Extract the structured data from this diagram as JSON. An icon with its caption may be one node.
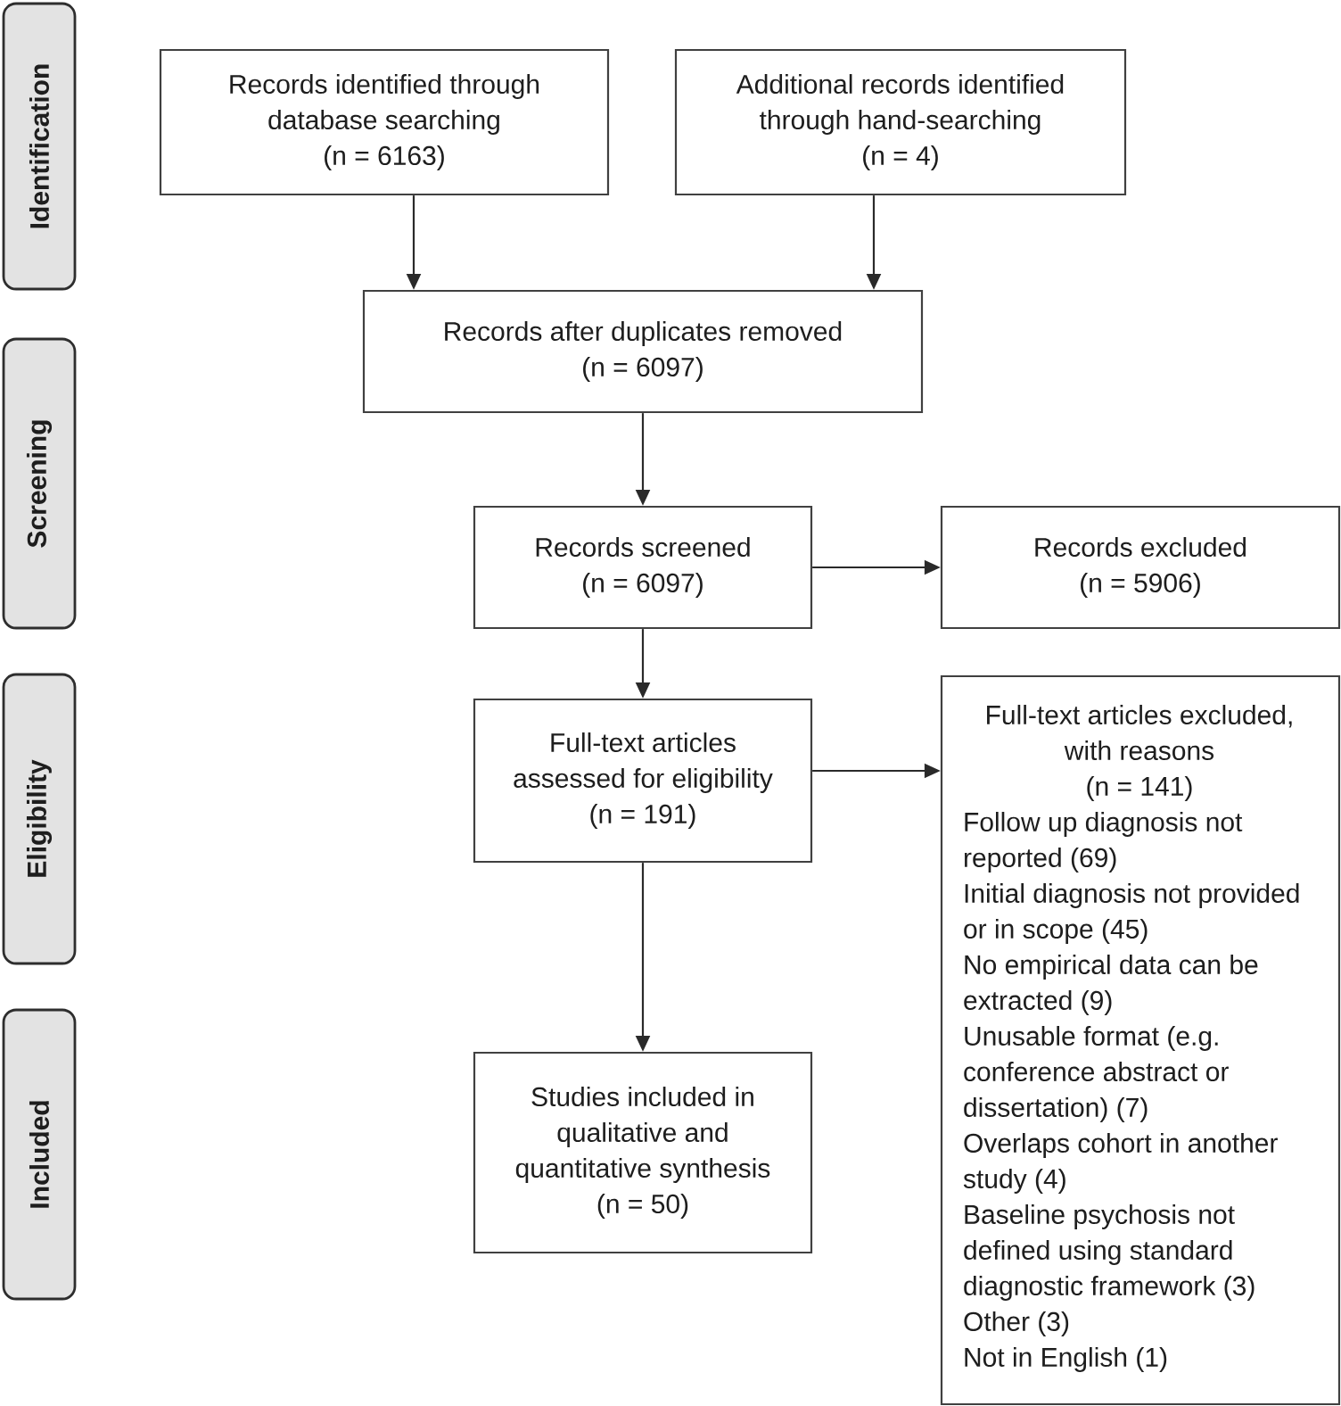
{
  "diagram": {
    "nodes": [
      {
        "text": [
          "Identification"
        ]
      },
      {
        "text": [
          "Screening"
        ]
      },
      {
        "text": [
          "Eligibility"
        ]
      },
      {
        "text": [
          "Included"
        ]
      },
      {
        "text": [
          "Records identified through database searching",
          "(n = 6163)"
        ]
      },
      {
        "text": [
          "Additional records identified through hand-searching",
          "(n = 4)"
        ]
      },
      {
        "text": [
          "Records after duplicates removed",
          "(n = 6097)"
        ]
      },
      {
        "text": [
          "Records screened",
          "(n = 6097)"
        ]
      },
      {
        "text": [
          "Records excluded",
          "(n = 5906)"
        ]
      },
      {
        "text": [
          "Full-text articles assessed for eligibility",
          "(n = 191)"
        ]
      },
      {
        "text": [
          "Full-text articles excluded, with reasons",
          "(n = 141)",
          "Follow up diagnosis not reported (69)",
          "Initial diagnosis not provided or in scope (45)",
          "No empirical data can be extracted (9)",
          "Unusable format (e.g. conference abstract or dissertation) (7)",
          "Overlaps cohort in another study (4)",
          "Baseline psychosis not defined using standard diagnostic framework (3)",
          "Other (3)",
          "Not in English (1)"
        ]
      },
      {
        "text": [
          "Studies included in qualitative and quantitative synthesis",
          "(n = 50)"
        ]
      }
    ],
    "edges": [
      {
        "from": 4,
        "to": 6,
        "arrow": "to"
      },
      {
        "from": 5,
        "to": 6,
        "arrow": "to"
      },
      {
        "from": 6,
        "to": 7,
        "arrow": "to"
      },
      {
        "from": 7,
        "to": 8,
        "arrow": "to"
      },
      {
        "from": 7,
        "to": 9,
        "arrow": "to"
      },
      {
        "from": 9,
        "to": 10,
        "arrow": "to"
      },
      {
        "from": 9,
        "to": 11,
        "arrow": "to"
      }
    ]
  }
}
